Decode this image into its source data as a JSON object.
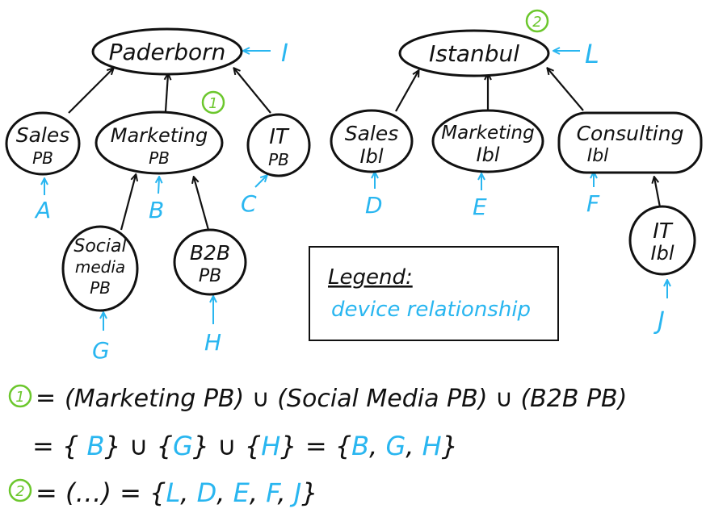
{
  "nodes": {
    "paderborn": "Paderborn",
    "istanbul": "Istanbul",
    "sales_pb": [
      "Sales",
      "PB"
    ],
    "marketing_pb": [
      "Marketing",
      "PB"
    ],
    "it_pb": [
      "IT",
      "PB"
    ],
    "sales_ibl": [
      "Sales",
      "Ibl"
    ],
    "marketing_ibl": [
      "Marketing",
      "Ibl"
    ],
    "consulting_ibl": [
      "Consulting",
      "Ibl"
    ],
    "social_media_pb": [
      "Social",
      "media",
      "PB"
    ],
    "b2b_pb": [
      "B2B",
      "PB"
    ],
    "it_ibl": [
      "IT",
      "Ibl"
    ]
  },
  "devices": {
    "I": "I",
    "L": "L",
    "A": "A",
    "B": "B",
    "C": "C",
    "D": "D",
    "E": "E",
    "F": "F",
    "G": "G",
    "H": "H",
    "J": "J"
  },
  "badges": {
    "one": "1",
    "two": "2"
  },
  "legend": {
    "title": "Legend:",
    "entry": "device relationship"
  },
  "formulas": {
    "line1": {
      "badge": "1",
      "eq": "=",
      "text": "(Marketing PB) ∪ (Social Media PB) ∪ (B2B PB)"
    },
    "line2": {
      "prefix": "= {",
      "parts": [
        {
          "t": "B",
          "c": "blue"
        },
        {
          "t": "} ∪ {",
          "c": "black"
        },
        {
          "t": "G",
          "c": "blue"
        },
        {
          "t": "} ∪ {",
          "c": "black"
        },
        {
          "t": "H",
          "c": "blue"
        },
        {
          "t": "}  =  {",
          "c": "black"
        },
        {
          "t": "B",
          "c": "blue"
        },
        {
          "t": ", ",
          "c": "black"
        },
        {
          "t": "G",
          "c": "blue"
        },
        {
          "t": ", ",
          "c": "black"
        },
        {
          "t": "H",
          "c": "blue"
        },
        {
          "t": "}",
          "c": "black"
        }
      ]
    },
    "line3": {
      "badge": "2",
      "parts": [
        {
          "t": "= (…) = {",
          "c": "black"
        },
        {
          "t": "L",
          "c": "blue"
        },
        {
          "t": ", ",
          "c": "black"
        },
        {
          "t": "D",
          "c": "blue"
        },
        {
          "t": ", ",
          "c": "black"
        },
        {
          "t": "E",
          "c": "blue"
        },
        {
          "t": ", ",
          "c": "black"
        },
        {
          "t": "F",
          "c": "blue"
        },
        {
          "t": ", ",
          "c": "black"
        },
        {
          "t": "J",
          "c": "blue"
        },
        {
          "t": "}",
          "c": "black"
        }
      ]
    }
  },
  "colors": {
    "device": "#29b6f0",
    "badge": "#6cc72d",
    "ink": "#111111"
  }
}
